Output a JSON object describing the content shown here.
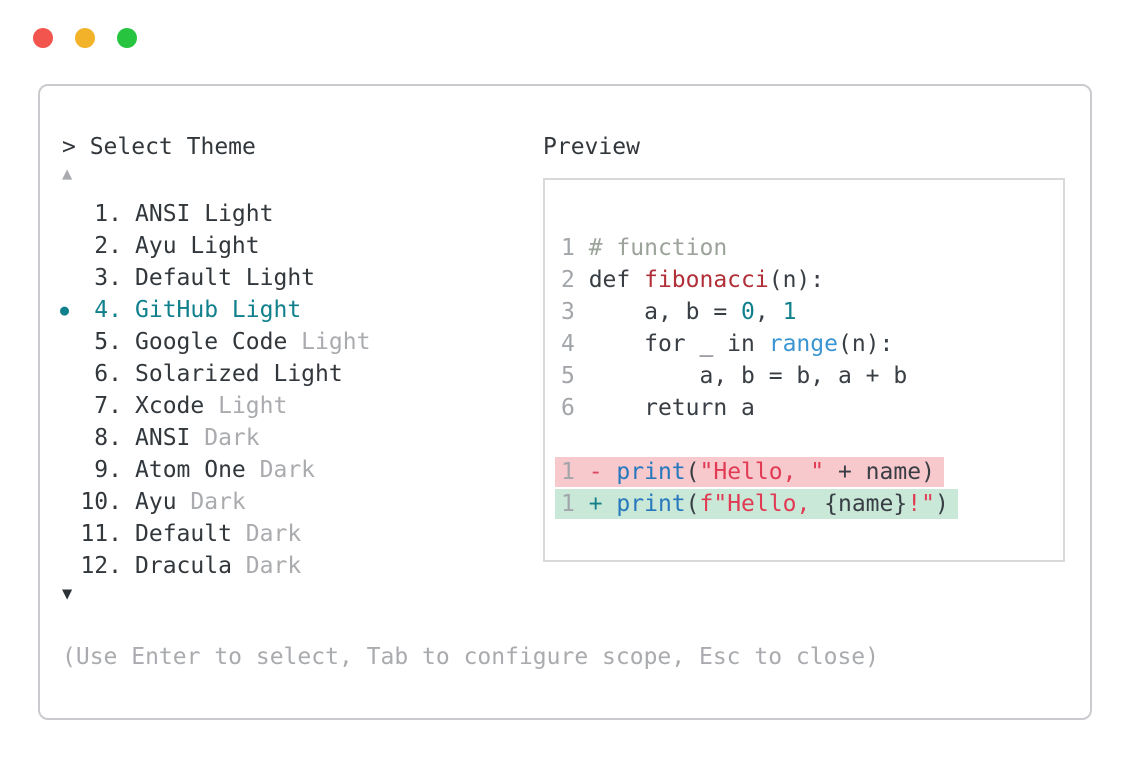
{
  "window": {
    "traffic_lights": [
      {
        "name": "close",
        "color": "#f2554d"
      },
      {
        "name": "minimize",
        "color": "#f2b32b"
      },
      {
        "name": "zoom",
        "color": "#27c53f"
      }
    ]
  },
  "picker": {
    "prompt": "> Select Theme",
    "scroll_up_icon": "▲",
    "scroll_down_icon": "▼",
    "selected_bullet_icon": "●",
    "items": [
      {
        "num": "1",
        "name": "ANSI Light",
        "variant": "",
        "variant_muted": false,
        "selected": false
      },
      {
        "num": "2",
        "name": "Ayu Light",
        "variant": "",
        "variant_muted": false,
        "selected": false
      },
      {
        "num": "3",
        "name": "Default Light",
        "variant": "",
        "variant_muted": false,
        "selected": false
      },
      {
        "num": "4",
        "name": "GitHub Light",
        "variant": "",
        "variant_muted": false,
        "selected": true
      },
      {
        "num": "5",
        "name": "Google Code",
        "variant": "Light",
        "variant_muted": true,
        "selected": false
      },
      {
        "num": "6",
        "name": "Solarized Light",
        "variant": "",
        "variant_muted": false,
        "selected": false
      },
      {
        "num": "7",
        "name": "Xcode",
        "variant": "Light",
        "variant_muted": true,
        "selected": false
      },
      {
        "num": "8",
        "name": "ANSI",
        "variant": "Dark",
        "variant_muted": true,
        "selected": false
      },
      {
        "num": "9",
        "name": "Atom One",
        "variant": "Dark",
        "variant_muted": true,
        "selected": false
      },
      {
        "num": "10",
        "name": "Ayu",
        "variant": "Dark",
        "variant_muted": true,
        "selected": false
      },
      {
        "num": "11",
        "name": "Default",
        "variant": "Dark",
        "variant_muted": true,
        "selected": false
      },
      {
        "num": "12",
        "name": "Dracula",
        "variant": "Dark",
        "variant_muted": true,
        "selected": false
      }
    ],
    "hint": "(Use Enter to select, Tab to configure scope, Esc to close)"
  },
  "preview": {
    "title": "Preview",
    "code_lines": [
      {
        "num": "1",
        "tokens": [
          {
            "s": "comment",
            "t": "# function"
          }
        ]
      },
      {
        "num": "2",
        "tokens": [
          {
            "s": "text",
            "t": "def "
          },
          {
            "s": "func",
            "t": "fibonacci"
          },
          {
            "s": "text",
            "t": "(n):"
          }
        ]
      },
      {
        "num": "3",
        "tokens": [
          {
            "s": "text",
            "t": "    a, b = "
          },
          {
            "s": "number",
            "t": "0"
          },
          {
            "s": "text",
            "t": ", "
          },
          {
            "s": "number",
            "t": "1"
          }
        ]
      },
      {
        "num": "4",
        "tokens": [
          {
            "s": "text",
            "t": "    for _ in "
          },
          {
            "s": "range",
            "t": "range"
          },
          {
            "s": "text",
            "t": "(n):"
          }
        ]
      },
      {
        "num": "5",
        "tokens": [
          {
            "s": "text",
            "t": "        a, b = b, a + b"
          }
        ]
      },
      {
        "num": "6",
        "tokens": [
          {
            "s": "text",
            "t": "    return a"
          }
        ]
      }
    ],
    "diff_lines": [
      {
        "num": "1",
        "sign": "-",
        "sign_style": "minus",
        "kind": "removed",
        "tokens": [
          {
            "s": "print",
            "t": "print"
          },
          {
            "s": "text",
            "t": "("
          },
          {
            "s": "string",
            "t": "\"Hello, \""
          },
          {
            "s": "text",
            "t": " + name)"
          }
        ]
      },
      {
        "num": "1",
        "sign": "+",
        "sign_style": "plus",
        "kind": "added",
        "tokens": [
          {
            "s": "print",
            "t": "print"
          },
          {
            "s": "text",
            "t": "("
          },
          {
            "s": "string",
            "t": "f\"Hello, "
          },
          {
            "s": "text",
            "t": "{name}"
          },
          {
            "s": "string",
            "t": "!\""
          },
          {
            "s": "text",
            "t": ")"
          }
        ]
      }
    ]
  },
  "colors": {
    "traffic_red": "#f2554d",
    "traffic_yellow": "#f2b32b",
    "traffic_green": "#27c53f",
    "accent_teal": "#10808c",
    "text_dark": "#32373c",
    "text_muted": "#a9abae",
    "code_text": "#383e44",
    "line_number": "#a2a6aa",
    "comment_green": "#9ba39a",
    "function_red": "#b12f38",
    "number_teal": "#10808c",
    "range_blue": "#3b95d2",
    "print_blue": "#2878bd",
    "string_red": "#e13b54",
    "diff_minus": "#de4760",
    "diff_plus": "#16808a",
    "diff_removed_bg": "#f7c9cd",
    "diff_added_bg": "#c9e8d8",
    "panel_border": "#c9cbce",
    "preview_border": "#d7d9db"
  }
}
